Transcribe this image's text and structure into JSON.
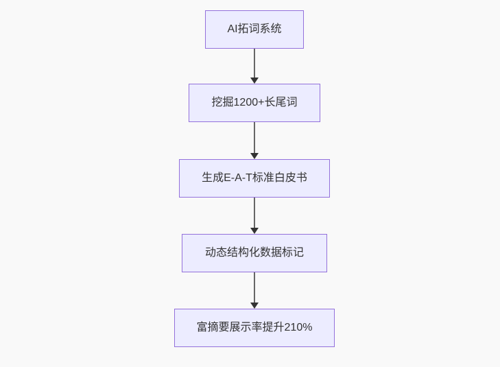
{
  "colors": {
    "page_bg": "#f9f9f9",
    "node_fill": "#ececff",
    "node_border": "#9370db",
    "node_text": "#333333",
    "arrow_line": "#666666",
    "arrow_head": "#333333"
  },
  "diagram": {
    "type": "flowchart",
    "direction": "top-to-bottom",
    "nodes": [
      {
        "label": "AI拓词系统"
      },
      {
        "label": "挖掘1200+长尾词"
      },
      {
        "label": "生成E-A-T标准白皮书"
      },
      {
        "label": "动态结构化数据标记"
      },
      {
        "label": "富摘要展示率提升210%"
      }
    ],
    "edges": [
      {
        "from": 0,
        "to": 1
      },
      {
        "from": 1,
        "to": 2
      },
      {
        "from": 2,
        "to": 3
      },
      {
        "from": 3,
        "to": 4
      }
    ]
  }
}
